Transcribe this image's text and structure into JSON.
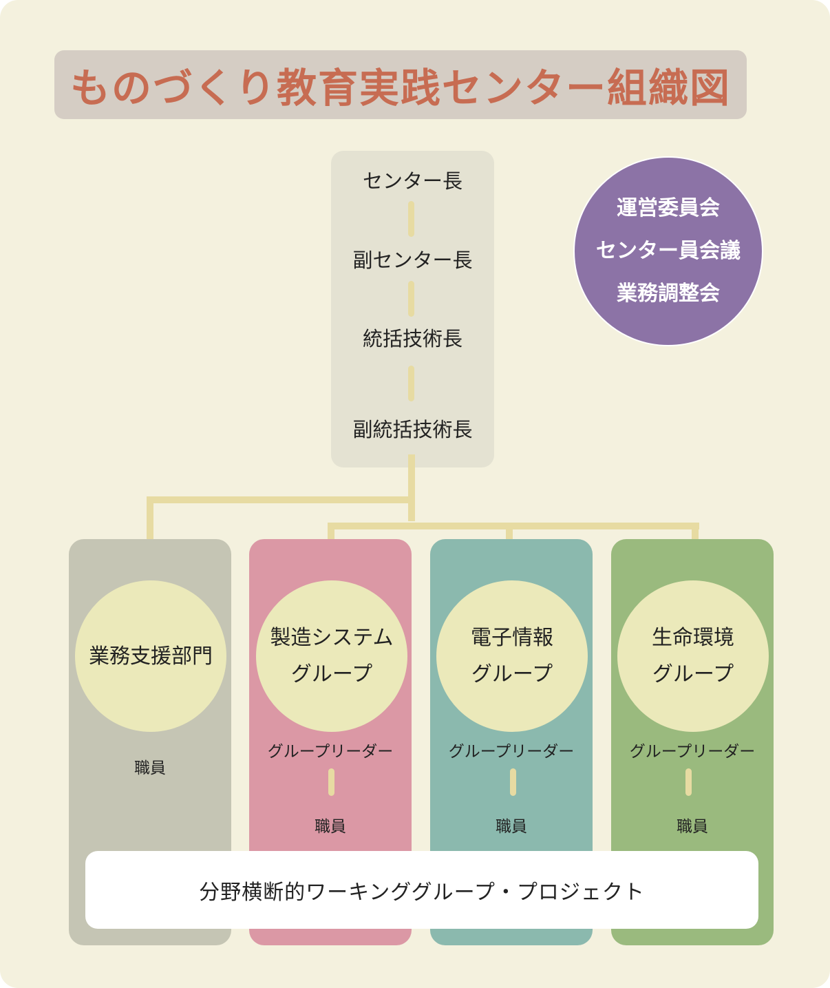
{
  "title": "ものづくり教育実践センター組織図",
  "leaders": [
    "センター長",
    "副センター長",
    "統括技術長",
    "副統括技術長"
  ],
  "committees": [
    "運営委員会",
    "センター員会議",
    "業務調整会"
  ],
  "columns": [
    {
      "name_lines": [
        "業務支援部門"
      ],
      "roles": [
        "職員"
      ],
      "color": "#c5c5b4"
    },
    {
      "name_lines": [
        "製造システム",
        "グループ"
      ],
      "roles": [
        "グループリーダー",
        "職員"
      ],
      "color": "#db98a5"
    },
    {
      "name_lines": [
        "電子情報",
        "グループ"
      ],
      "roles": [
        "グループリーダー",
        "職員"
      ],
      "color": "#8bb9ae"
    },
    {
      "name_lines": [
        "生命環境",
        "グループ"
      ],
      "roles": [
        "グループリーダー",
        "職員"
      ],
      "color": "#9aba7e"
    }
  ],
  "cross_functional": "分野横断的ワーキンググループ・プロジェクト",
  "colors": {
    "background": "#f4f1de",
    "title_text": "#c76c52",
    "title_bar": "#d5cdc4",
    "leader_box": "#e4e2d2",
    "committee_circle": "#8c73a6",
    "connector": "#e7dba2",
    "group_circle": "#ebe9ba"
  }
}
